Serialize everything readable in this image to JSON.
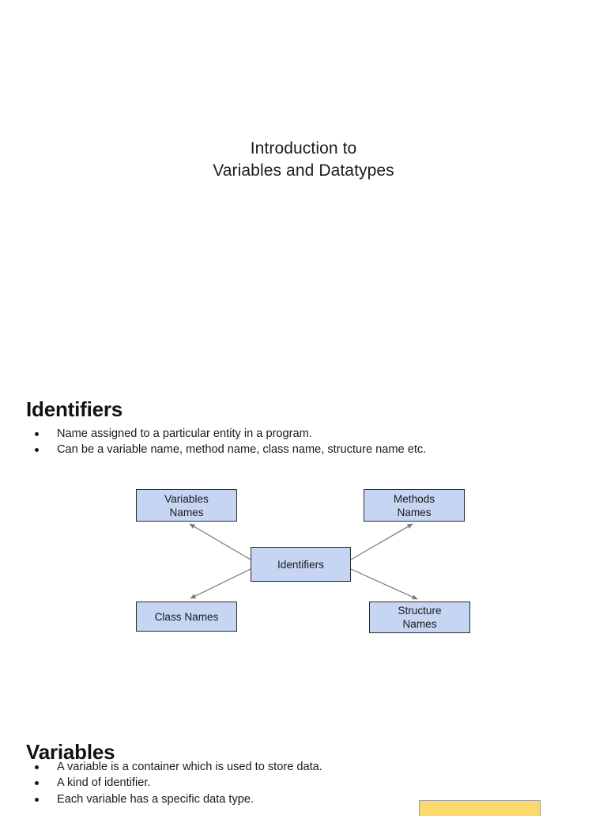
{
  "document": {
    "title_lines": [
      "Introduction to",
      "Variables and Datatypes"
    ]
  },
  "sections": [
    {
      "heading": "Identifiers",
      "bullets": [
        "Name assigned to a particular entity in a program.",
        "Can be a variable name, method name, class name, structure name etc."
      ]
    },
    {
      "heading": "Variables",
      "bullets": [
        "A variable is a container which is used to store data.",
        "A kind of identifier.",
        "Each variable has a specific data type."
      ]
    }
  ],
  "diagram": {
    "center": {
      "label": "Identifiers"
    },
    "nodes": [
      {
        "label": "Variables\nNames"
      },
      {
        "label": "Methods\nNames"
      },
      {
        "label": "Class Names"
      },
      {
        "label": "Structure\nNames"
      }
    ],
    "colors": {
      "node_fill": "#c6d5f2",
      "node_border": "#2b2b2b",
      "arrow": "#808080"
    }
  },
  "bottom_callout": {
    "text": "",
    "fill": "#fada6e",
    "border": "#9a9a9a"
  }
}
